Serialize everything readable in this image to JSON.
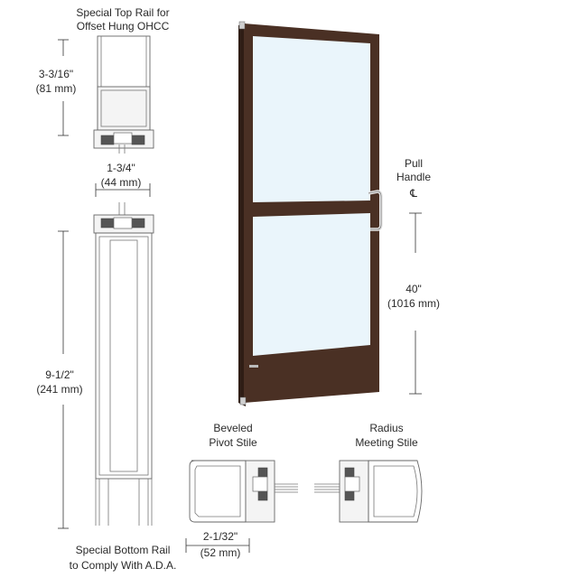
{
  "labels": {
    "top_rail": [
      "Special Top Rail for",
      "Offset Hung OHCC"
    ],
    "top_rail_height": [
      "3-3/16\"",
      "(81 mm)"
    ],
    "stile_width": [
      "1-3/4\"",
      "(44 mm)"
    ],
    "bottom_rail_height": [
      "9-1/2\"",
      "(241 mm)"
    ],
    "bottom_rail": [
      "Special Bottom Rail",
      "to Comply With A.D.A."
    ],
    "pull_handle": [
      "Pull",
      "Handle",
      "℄"
    ],
    "handle_height": [
      "40\"",
      "(1016 mm)"
    ],
    "pivot_stile": [
      "Beveled",
      "Pivot Stile"
    ],
    "meeting_stile": [
      "Radius",
      "Meeting Stile"
    ],
    "pivot_stile_width": [
      "2-1/32\"",
      "(52 mm)"
    ]
  },
  "colors": {
    "door_frame": "#4a3024",
    "glass": "#eaf5fb",
    "handle": "#e8e8e8"
  }
}
